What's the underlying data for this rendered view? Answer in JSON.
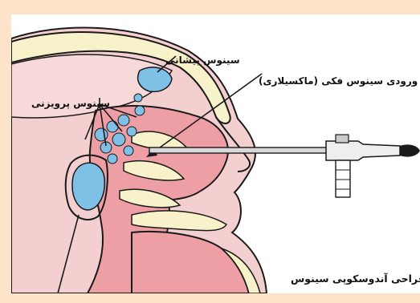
{
  "labels": {
    "frontal_sinus": "سینوس پیشانی",
    "maxillary_sinus_entrance": "ورودی سینوس فکی (ماکسیلاری)",
    "ethmoid_sinus": "سینوس پرویزنی",
    "sinus_endoscopic_surgery": "جراحی آندوسکوپی سینوس"
  },
  "colors": {
    "frame_background": "#fde3c9",
    "skin_pink": "#f4cfd0",
    "tissue_pink": "#ee9fa6",
    "bone_cream": "#f7f2c9",
    "sinus_blue": "#7fc0e6",
    "outline": "#1a1a1a"
  }
}
